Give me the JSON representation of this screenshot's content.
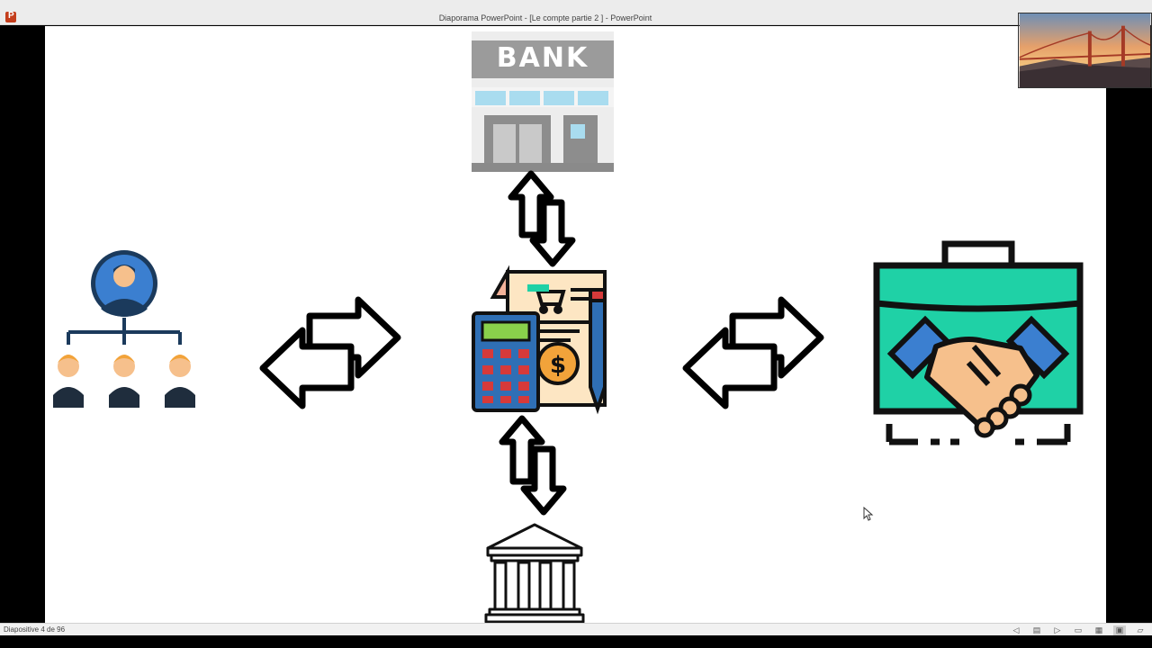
{
  "window": {
    "title": "Diaporama PowerPoint - [Le compte partie 2 ] - PowerPoint"
  },
  "slide": {
    "bank_sign": "BANK",
    "icons": {
      "bank": "bank-building-icon",
      "hierarchy": "people-hierarchy-icon",
      "accounting": "calculator-invoice-pen-icon",
      "partnership": "briefcase-handshake-icon",
      "government": "government-building-icon",
      "arrow_vertical": "double-arrow-vertical-icon",
      "arrow_horizontal": "double-arrow-horizontal-icon"
    }
  },
  "statusbar": {
    "slide_counter": "Diapositive 4 de 96"
  },
  "colors": {
    "teal": "#1fd1a6",
    "blue": "#2f6fb5",
    "navy": "#1b3a5c",
    "orange": "#f2a33a",
    "skin": "#f6c08c",
    "paper": "#fde6c3",
    "gray": "#a5a5a5"
  }
}
